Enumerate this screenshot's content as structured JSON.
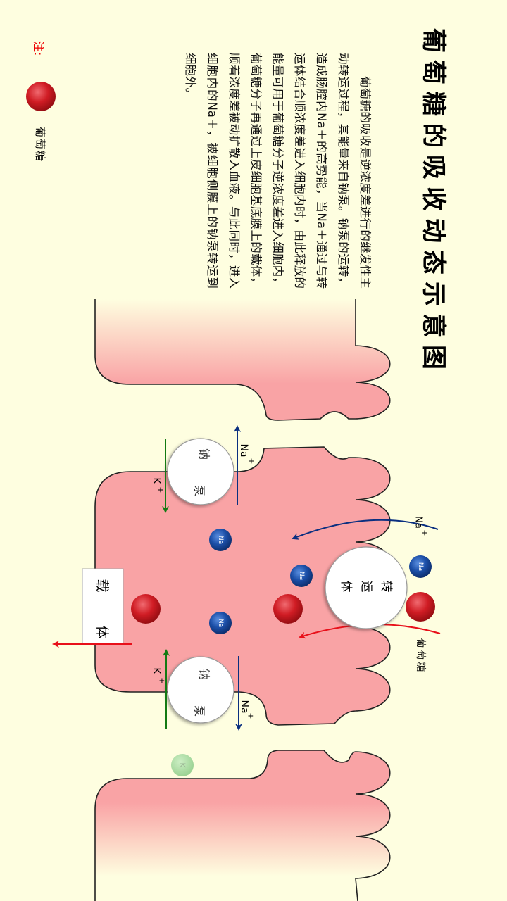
{
  "title": "葡萄糖的吸收动态示意图",
  "description": "葡萄糖的吸收是逆浓度差进行的继发性主动转运过程，其能量来自钠泵。钠泵的运转，造成肠腔内Na＋的高势能，当Na＋通过与转运体结合顺浓度差进入细胞内时，由此释放的能量可用于葡萄糖分子逆浓度差进入细胞内，葡萄糖分子再通过上皮细胞基底膜上的载体，顺着浓度差被动扩散入血液。与此同时，进入细胞内的Na＋，被细胞侧膜上的钠泵转运到细胞外。",
  "legend": {
    "note": "注:",
    "glucose": "葡萄糖"
  },
  "diagram": {
    "pump": {
      "char1": "钠",
      "char2": "泵"
    },
    "transporter": {
      "char1": "转",
      "char2": "运",
      "char3": "体"
    },
    "carrier": {
      "char1": "载",
      "char2": "体"
    },
    "glucose_label": "葡萄糖",
    "na": "Na",
    "k": "K",
    "plus": "+"
  },
  "colors": {
    "cell": "#f9a3a5",
    "background": "#fefee0",
    "sodium": "#1c4fa8",
    "glucose": "#c8161d",
    "potassium": "#8fd18a",
    "na_arrow": "#0a2f80",
    "k_arrow": "#137a13",
    "glucose_arrow": "#e8101a"
  }
}
